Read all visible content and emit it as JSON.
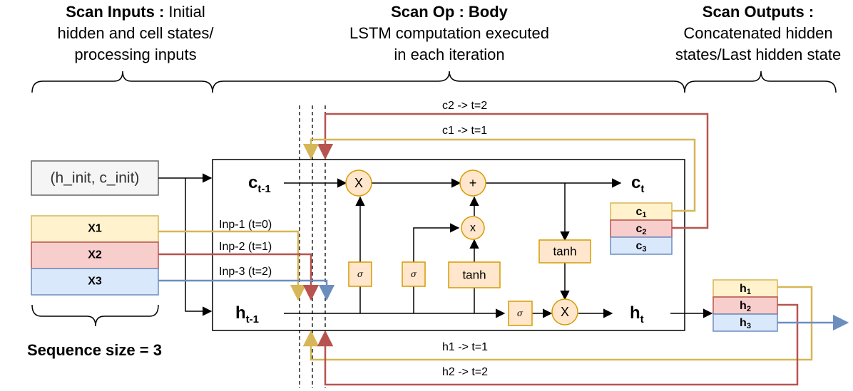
{
  "header": {
    "inputs_bold": "Scan Inputs :",
    "inputs_rest1": " Initial",
    "inputs_line2": "hidden and cell states/",
    "inputs_line3": "processing inputs",
    "op_bold": "Scan Op : Body",
    "op_line2": "LSTM computation executed",
    "op_line3": "in each iteration",
    "outputs_bold": "Scan Outputs :",
    "outputs_line2": "Concatenated hidden",
    "outputs_line3": "states/Last hidden state"
  },
  "inputs": {
    "init_state": "(h_init, c_init)",
    "sequence": [
      "X1",
      "X2",
      "X3"
    ],
    "sequence_size": "Sequence size = 3"
  },
  "body": {
    "c_prev": "c",
    "c_prev_sub": "t-1",
    "h_prev": "h",
    "h_prev_sub": "t-1",
    "c_out": "c",
    "c_out_sub": "t",
    "h_out": "h",
    "h_out_sub": "t",
    "inp_labels": [
      "Inp-1 (t=0)",
      "Inp-2 (t=1)",
      "Inp-3 (t=2)"
    ],
    "mul_label": "X",
    "add_label": "+",
    "small_mul_label": "x",
    "sigma": "σ",
    "tanh": "tanh"
  },
  "loops": {
    "c2": "c2 -> t=2",
    "c1": "c1 -> t=1",
    "h1": "h1 -> t=1",
    "h2": "h2 -> t=2"
  },
  "outputs": {
    "c": [
      {
        "base": "c",
        "sub": "1"
      },
      {
        "base": "c",
        "sub": "2"
      },
      {
        "base": "c",
        "sub": "3"
      }
    ],
    "h": [
      {
        "base": "h",
        "sub": "1"
      },
      {
        "base": "h",
        "sub": "2"
      },
      {
        "base": "h",
        "sub": "3"
      }
    ]
  },
  "colors": {
    "yellow_fill": "#fff2cc",
    "yellow_stroke": "#d6b656",
    "red_fill": "#f8cecc",
    "red_stroke": "#b85450",
    "blue_fill": "#dae8fc",
    "blue_stroke": "#6c8ebf",
    "orange_fill": "#ffe6cc",
    "orange_stroke": "#d79b00",
    "gray_fill": "#f5f5f5",
    "gray_stroke": "#666666"
  }
}
